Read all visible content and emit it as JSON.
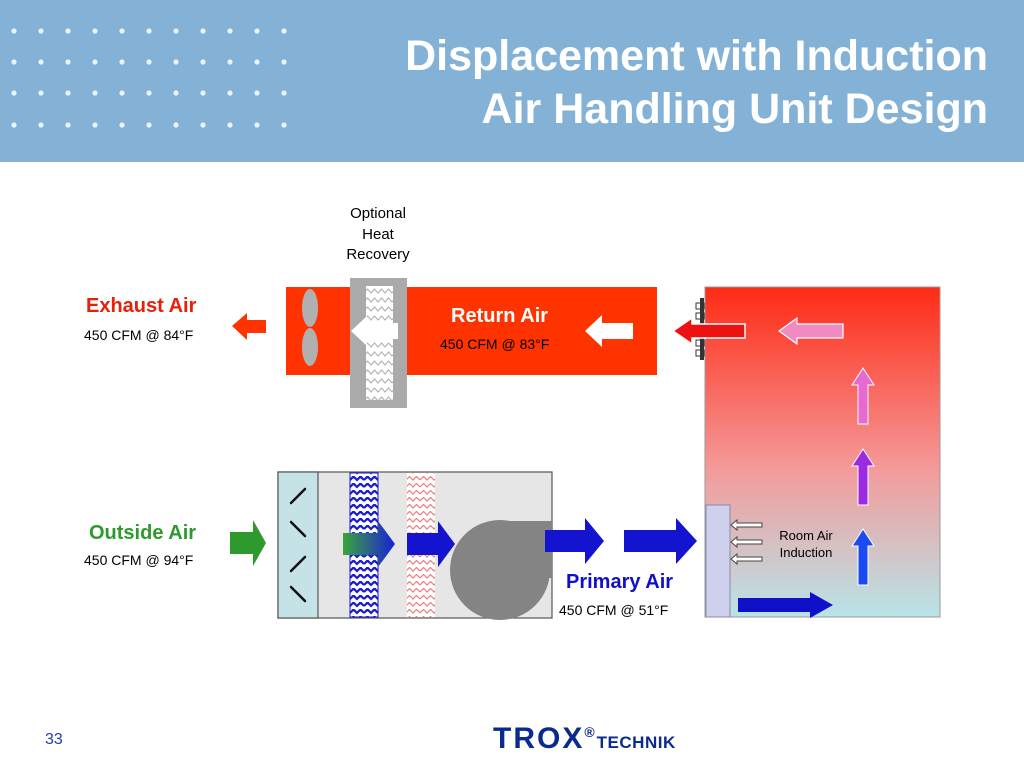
{
  "title": {
    "line1": "Displacement with Induction",
    "line2": "Air Handling Unit Design"
  },
  "labels": {
    "heat_recovery": [
      "Optional",
      "Heat",
      "Recovery"
    ],
    "exhaust_air": {
      "name": "Exhaust Air",
      "spec": "450 CFM @ 84°F"
    },
    "return_air": {
      "name": "Return Air",
      "spec": "450 CFM @ 83°F"
    },
    "outside_air": {
      "name": "Outside Air",
      "spec": "450 CFM @ 94°F"
    },
    "primary_air": {
      "name": "Primary Air",
      "spec": "450 CFM @ 51°F"
    },
    "room_air_induction": [
      "Room Air",
      "Induction"
    ]
  },
  "footer": {
    "page_number": "33",
    "logo_main": "TROX",
    "logo_reg": "®",
    "logo_sub": "TECHNIK"
  },
  "colors": {
    "header": "#84b2d6",
    "return_duct": "#ff3300",
    "exhaust_label": "#e8200a",
    "outside_label": "#2e9a2e",
    "primary_label": "#1010c8",
    "logo": "#0a2a8e"
  },
  "icons": [
    "exhaust-arrow-icon",
    "fan-blade-icon",
    "heat-wheel-icon",
    "return-arrow-icon",
    "damper-icon",
    "cooling-coil-icon",
    "heating-coil-icon",
    "blower-icon",
    "supply-arrow-icon",
    "induction-arrow-icon",
    "displacement-diffuser-icon"
  ]
}
